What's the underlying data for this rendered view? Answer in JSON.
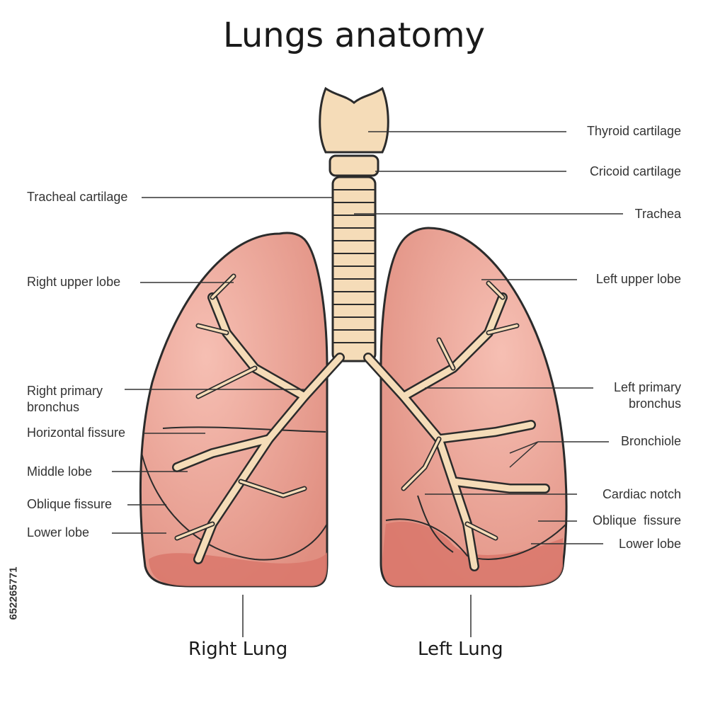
{
  "title": "Lungs anatomy",
  "labels": {
    "thyroid_cartilage": "Thyroid cartilage",
    "cricoid_cartilage": "Cricoid cartilage",
    "tracheal_cartilage": "Tracheal cartilage",
    "trachea": "Trachea",
    "right_upper_lobe": "Right upper lobe",
    "left_upper_lobe": "Left upper lobe",
    "right_primary_bronchus": "Right primary\nbronchus",
    "left_primary_bronchus": "Left primary\nbronchus",
    "horizontal_fissure": "Horizontal fissure",
    "bronchiole": "Bronchiole",
    "middle_lobe": "Middle lobe",
    "cardiac_notch": "Cardiac notch",
    "oblique_fissure_right": "Oblique fissure",
    "oblique_fissure_left": "Oblique  fissure",
    "lower_lobe_right": "Lower lobe",
    "lower_lobe_left": "Lower lobe"
  },
  "captions": {
    "right_lung": "Right Lung",
    "left_lung": "Left Lung"
  },
  "stock_id": "652265771",
  "colors": {
    "lung_fill": "#e89b8e",
    "lung_lower_fill": "#d9776b",
    "airway_fill": "#f5dcb8",
    "outline": "#2b2b2b",
    "leader_line": "#333333"
  }
}
